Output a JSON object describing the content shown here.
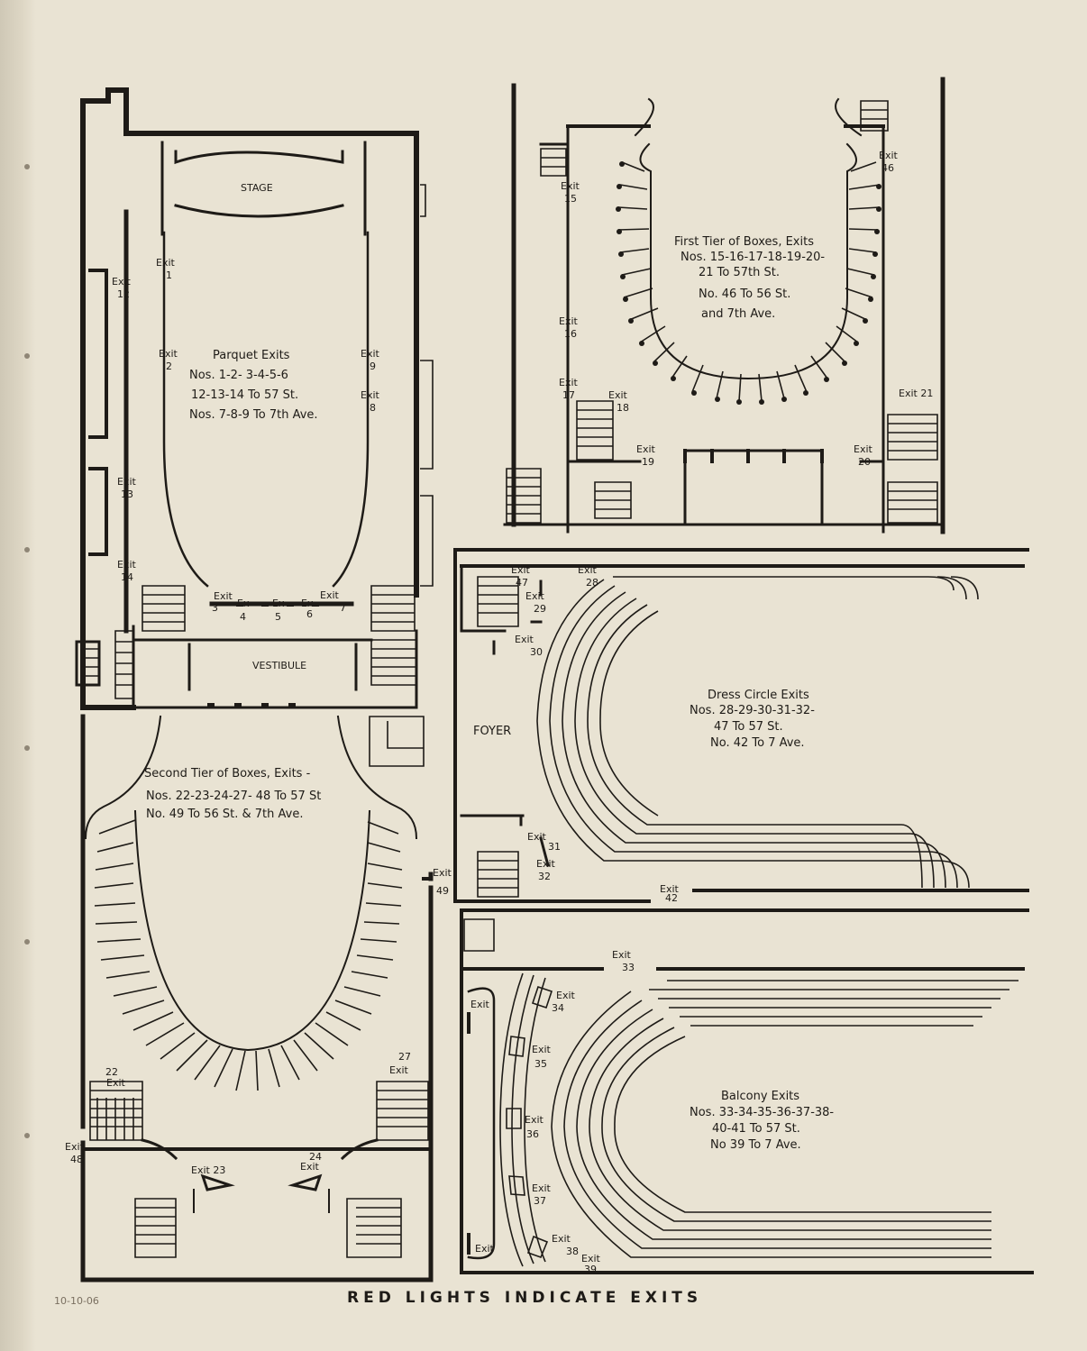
{
  "plans": {
    "parquet": {
      "stage_label": "STAGE",
      "vestibule_label": "VESTIBULE",
      "caption": [
        "Parquet Exits",
        "Nos. 1-2- 3-4-5-6",
        "12-13-14 To 57 St.",
        "Nos. 7-8-9 To 7th Ave."
      ],
      "exits": {
        "e1": [
          "Exit",
          "1"
        ],
        "e2": [
          "Exit",
          "2"
        ],
        "e12": [
          "Exit",
          "12"
        ],
        "e13": [
          "Exit",
          "13"
        ],
        "e14": [
          "Exit",
          "14"
        ],
        "e9": [
          "Exit",
          "9"
        ],
        "e8": [
          "Exit",
          "8"
        ],
        "e3": [
          "Exit",
          "3"
        ],
        "e4": [
          "Ex",
          "4"
        ],
        "e5": [
          "Ex",
          "5"
        ],
        "e6": [
          "Ex",
          "6"
        ],
        "e7": [
          "Exit",
          "7"
        ]
      }
    },
    "first_tier": {
      "caption": [
        "First Tier of Boxes, Exits",
        "Nos. 15-16-17-18-19-20-",
        "21 To 57th St.",
        "No. 46 To 56 St.",
        "and 7th Ave."
      ],
      "exits": {
        "e15": [
          "Exit",
          "15"
        ],
        "e16": [
          "Exit",
          "16"
        ],
        "e17": [
          "Exit",
          "17"
        ],
        "e18": [
          "Exit",
          "18"
        ],
        "e19": [
          "Exit",
          "19"
        ],
        "e20": [
          "Exit",
          "20"
        ],
        "e21": [
          "Exit 21"
        ],
        "e46": [
          "Exit",
          "46"
        ]
      }
    },
    "dress_circle": {
      "foyer_label": "FOYER",
      "caption": [
        "Dress Circle Exits",
        "Nos. 28-29-30-31-32-",
        "47 To 57 St.",
        "No. 42 To 7 Ave."
      ],
      "exits": {
        "e47": [
          "Exit",
          "47"
        ],
        "e28": [
          "Exit",
          "28"
        ],
        "e29": [
          "Exit",
          "29"
        ],
        "e30": [
          "Exit",
          "30"
        ],
        "e31": [
          "Exit",
          "31"
        ],
        "e32": [
          "Exit",
          "32"
        ],
        "e42": [
          "Exit",
          "42"
        ]
      }
    },
    "second_tier": {
      "caption": [
        "Second Tier of Boxes, Exits -",
        "Nos. 22-23-24-27- 48 To 57 St",
        "No. 49 To 56 St. & 7th Ave."
      ],
      "exits": {
        "e22": [
          "22",
          "Exit"
        ],
        "e27": [
          "27",
          "Exit"
        ],
        "e48": [
          "Exit",
          "48"
        ],
        "e49": [
          "Exit",
          "49"
        ],
        "e23": [
          "Exit 23"
        ],
        "e24": [
          "24",
          "Exit"
        ]
      }
    },
    "balcony": {
      "caption": [
        "Balcony Exits",
        "Nos. 33-34-35-36-37-38-",
        "40-41 To 57 St.",
        "No 39 To 7 Ave."
      ],
      "exits": {
        "e33": [
          "Exit",
          "33"
        ],
        "e34": [
          "Exit",
          "34"
        ],
        "e35": [
          "Exit",
          "35"
        ],
        "e36": [
          "Exit",
          "36"
        ],
        "e37": [
          "Exit",
          "37"
        ],
        "e38": [
          "Exit",
          "38"
        ],
        "e39": [
          "Exit",
          "39"
        ],
        "eL1": [
          "Exit"
        ],
        "eL2": [
          "Exit"
        ]
      }
    }
  },
  "footer": "RED LIGHTS INDICATE EXITS",
  "pencil_note": "10-10-06"
}
